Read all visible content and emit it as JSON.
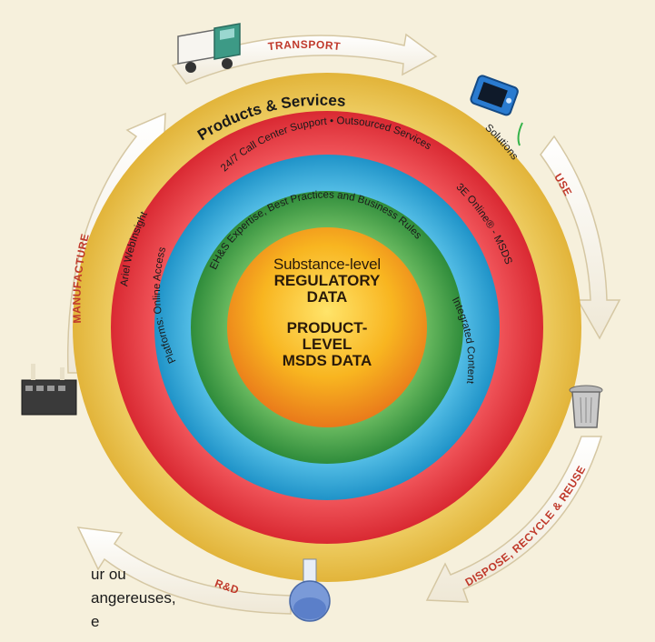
{
  "center": {
    "line1": "Substance-level",
    "line2": "REGULATORY",
    "line3": "DATA",
    "line4": "PRODUCT-",
    "line5": "LEVEL",
    "line6": "MSDS DATA"
  },
  "rings": {
    "green": "EH&S Expertise, Best Practices and Business Rules",
    "blue_left": "Platforms:  Online Access",
    "blue_top": "24/7 Call Center Support  •  Outsourced Services",
    "blue_right": "Integrated Content",
    "red_title": "Products & Services",
    "red_left": "Ariel WebInsight",
    "red_right": "3E Online® - MSDS",
    "red_solutions": "Solutions"
  },
  "lifecycle": [
    "TRANSPORT",
    "USE",
    "DISPOSE, RECYCLE & REUSE",
    "R&D",
    "MANUFACTURE"
  ],
  "caption": [
    "ur ou",
    "angereuses,",
    "e"
  ],
  "colors": {
    "background": "#f6f0dc",
    "gold": "#e9c34a",
    "red": "#e3343c",
    "blue": "#2aa6d6",
    "green": "#3f9e4a",
    "core": "#f5b51f",
    "stage_label": "#c0392b"
  },
  "icons": [
    "truck-icon",
    "device-icon",
    "trash-can-icon",
    "flask-icon",
    "factory-icon"
  ]
}
